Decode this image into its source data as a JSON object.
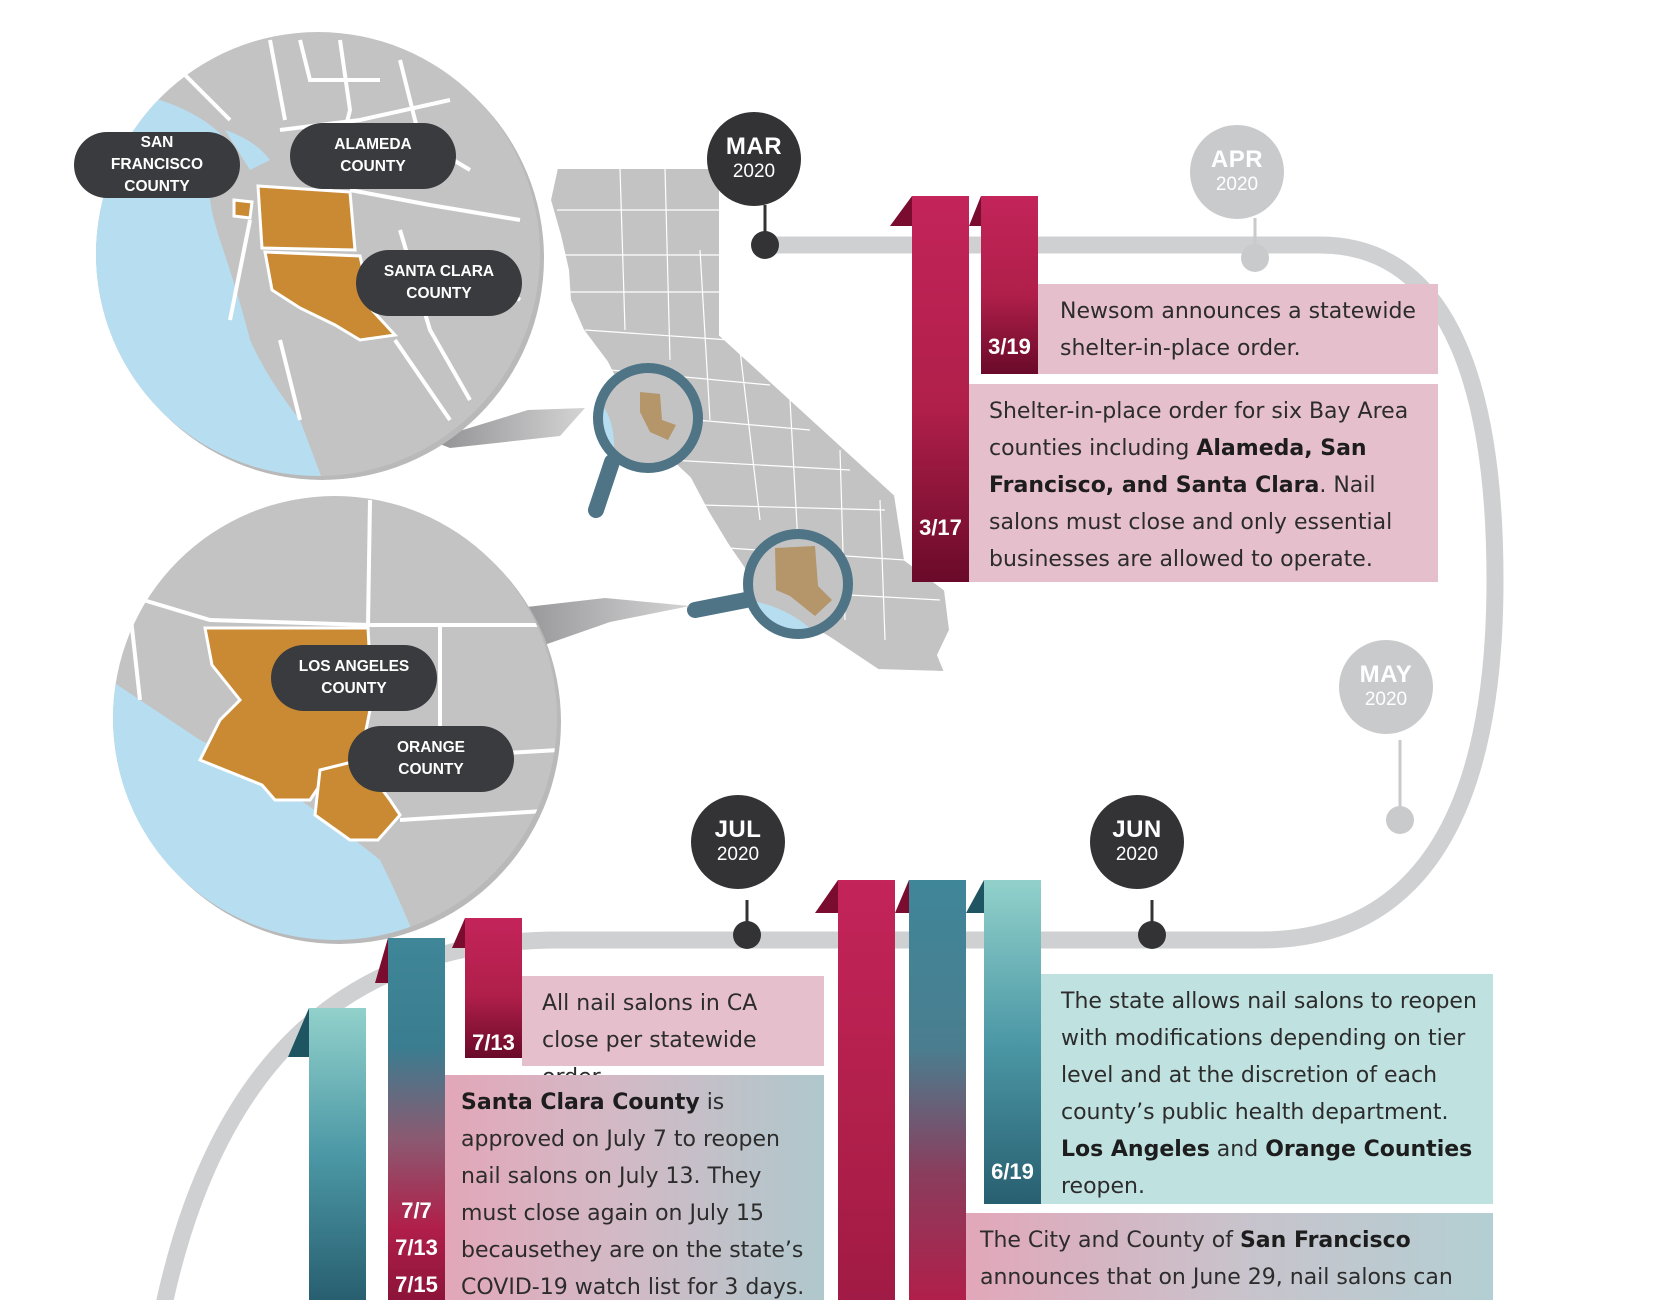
{
  "map_labels": {
    "bay_area": [
      {
        "line1": "SAN FRANCISCO",
        "line2": "COUNTY"
      },
      {
        "line1": "ALAMEDA",
        "line2": "COUNTY"
      },
      {
        "line1": "SANTA CLARA",
        "line2": "COUNTY"
      }
    ],
    "southern": [
      {
        "line1": "LOS ANGELES",
        "line2": "COUNTY"
      },
      {
        "line1": "ORANGE",
        "line2": "COUNTY"
      }
    ]
  },
  "months": [
    {
      "month": "MAR",
      "year": "2020",
      "style": "dark"
    },
    {
      "month": "APR",
      "year": "2020",
      "style": "light"
    },
    {
      "month": "MAY",
      "year": "2020",
      "style": "light"
    },
    {
      "month": "JUN",
      "year": "2020",
      "style": "dark"
    },
    {
      "month": "JUL",
      "year": "2020",
      "style": "dark"
    }
  ],
  "events": {
    "e319": {
      "date": "3/19",
      "text": "Newsom announces a statewide shelter-in-place order."
    },
    "e317": {
      "date": "3/17",
      "t1": "Shelter-in-place order for six Bay Area counties including ",
      "b1": "Alameda, San Francisco, and Santa Clara",
      "t2": ". Nail salons must close and only essential businesses are allowed to operate."
    },
    "e713": {
      "date": "7/13",
      "text": "All nail salons in CA close per statewide order."
    },
    "e707": {
      "dates": [
        "7/7",
        "7/13",
        "7/15"
      ],
      "b1": "Santa Clara County",
      "t1": " is approved on July 7 to reopen nail salons on July 13. They must close again on July 15 becausethey are on the state’s COVID-19 watch list for 3 days."
    },
    "e619": {
      "date": "6/19",
      "t1": "The state allows nail salons to reopen with modifications depending on tier level and at the discretion of each county’s public health department. ",
      "b1": "Los Angeles",
      "t2": " and ",
      "b2": "Orange Counties",
      "t3": " reopen."
    },
    "e629": {
      "t1": "The City and County of ",
      "b1": "San Francisco",
      "t2": " announces that on June 29, nail salons can"
    }
  },
  "colors": {
    "track": "#cfd0d2",
    "crimson": "#c0234e",
    "maroon": "#6b0a2a",
    "teal_dark": "#2b6878",
    "teal_light": "#8fd0ca",
    "county_orange": "#c98a33",
    "water": "#b7def0",
    "land": "#c3c3c4",
    "lens_ring": "#4e7486"
  }
}
